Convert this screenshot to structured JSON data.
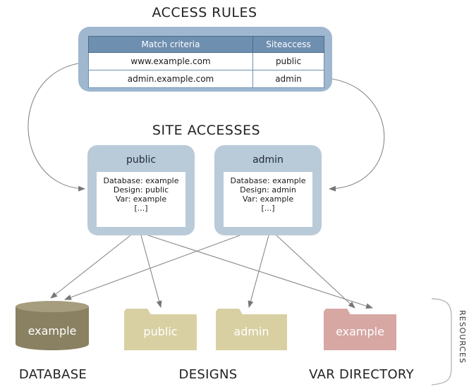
{
  "titles": {
    "access_rules": "ACCESS RULES",
    "site_accesses": "SITE ACCESSES"
  },
  "rules_table": {
    "headers": [
      "Match criteria",
      "Siteaccess"
    ],
    "rows": [
      [
        "www.example.com",
        "public"
      ],
      [
        "admin.example.com",
        "admin"
      ]
    ]
  },
  "siteaccesses": [
    {
      "name": "public",
      "lines": [
        "Database: example",
        "Design: public",
        "Var: example",
        "[...]"
      ]
    },
    {
      "name": "admin",
      "lines": [
        "Database: example",
        "Design: admin",
        "Var: example",
        "[...]"
      ]
    }
  ],
  "resources": {
    "database": "example",
    "design_public": "public",
    "design_admin": "admin",
    "var_directory": "example"
  },
  "bottom_labels": {
    "database": "DATABASE",
    "designs": "DESIGNS",
    "var_directory": "VAR DIRECTORY"
  },
  "side_label": "RESOURCES",
  "colors": {
    "frame": "#9fb7cf",
    "table_header": "#6f8fb1",
    "card": "#b9cad9",
    "database": "#8a8162",
    "designs": "#d8d0a2",
    "var_directory": "#d6a7a3",
    "arrows": "#777777"
  }
}
